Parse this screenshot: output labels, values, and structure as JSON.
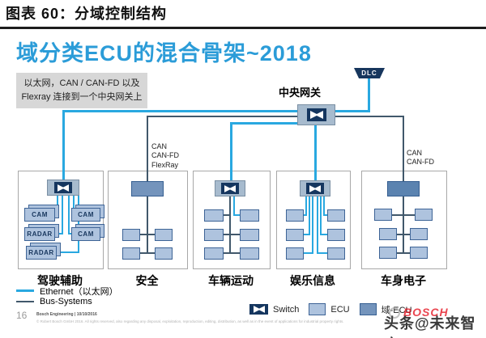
{
  "header": {
    "title": "图表 60：分域控制结构"
  },
  "slide": {
    "title": "域分类ECU的混合骨架~2018",
    "callout": {
      "line1": "以太网，CAN / CAN-FD 以及",
      "line2": "Flexray 连接到一个中央网关上"
    },
    "gateway": {
      "label": "中央网关",
      "dlc": "DLC"
    },
    "bus_labels": {
      "left": [
        "CAN",
        "CAN-FD",
        "FlexRay"
      ],
      "right": [
        "CAN",
        "CAN-FD"
      ]
    },
    "domains": [
      {
        "label": "驾驶辅助",
        "devices": [
          "CAM",
          "CAM",
          "RADAR",
          "CAM",
          "RADAR"
        ]
      },
      {
        "label": "安全"
      },
      {
        "label": "车辆运动"
      },
      {
        "label": "娱乐信息"
      },
      {
        "label": "车身电子"
      }
    ],
    "legend_lines": [
      {
        "label": "Ethernet（以太网）"
      },
      {
        "label": "Bus-Systems"
      }
    ],
    "legend_nodes": [
      {
        "label": "Switch"
      },
      {
        "label": "ECU"
      },
      {
        "label": "域-ECU"
      }
    ],
    "colors": {
      "ethernet": "#29a8e0",
      "bus": "#41586b",
      "switch": "#15365f",
      "ecu": "#aec3de",
      "domain_ecu": "#7494bc",
      "title_blue": "#2b9cd8",
      "bosch_red": "#e30613"
    }
  },
  "footer": {
    "page": "16",
    "source": "Bosch Engineering | 10/10/2016",
    "disclaimer": "© Robert Bosch GmbH 2016. All rights reserved, also regarding any disposal, exploitation, reproduction, editing, distribution, as well as in the event of applications for industrial property rights.",
    "bosch": "BOSCH",
    "watermark": "头条@未来智库"
  }
}
